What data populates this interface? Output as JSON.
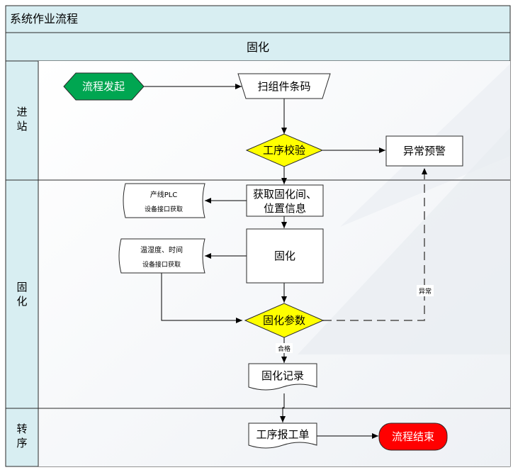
{
  "window_title": "系统作业流程",
  "section_title": "固化",
  "lanes": [
    {
      "label_line1": "进",
      "label_line2": "站"
    },
    {
      "label_line1": "固",
      "label_line2": "化"
    },
    {
      "label_line1": "转",
      "label_line2": "序"
    }
  ],
  "nodes": {
    "start": "流程发起",
    "scan": "扫组件条码",
    "check": "工序校验",
    "alarm": "异常预警",
    "get_info_line1": "获取固化间、",
    "get_info_line2": "位置信息",
    "plc_line1": "产线PLC",
    "plc_line2": "设备接口获取",
    "temp_line1": "温湿度、时间",
    "temp_line2": "设备接口获取",
    "cure": "固化",
    "params": "固化参数",
    "record": "固化记录",
    "report": "工序报工单",
    "end": "流程结束"
  },
  "edge_labels": {
    "abnormal": "异常",
    "pass": "合格"
  },
  "colors": {
    "header_bg": "#d8eef2",
    "border": "#2a2a2a",
    "start_fill": "#00a651",
    "end_fill": "#ff0000",
    "decision_fill": "#ffff00"
  }
}
